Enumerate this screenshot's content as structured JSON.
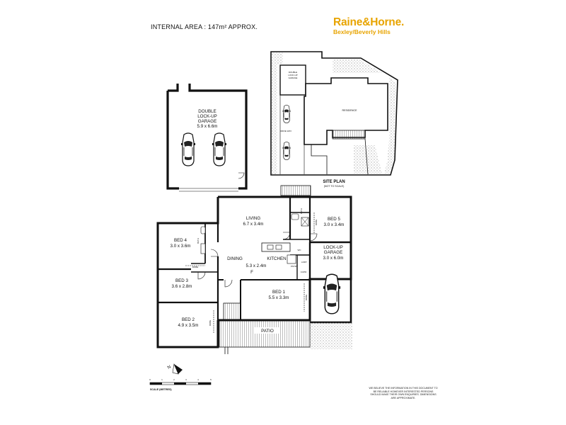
{
  "header": {
    "internal_area": "INTERNAL AREA : 147m² APPROX."
  },
  "brand": {
    "name": "Raine&Horne.",
    "office": "Bexley/Beverly Hills",
    "color": "#e8a400"
  },
  "site_plan": {
    "title": "SITE PLAN",
    "subtitle": "(NOT TO SCALE)",
    "residence": "RESIDENCE",
    "garage": [
      "DOUBLE",
      "LOCK-UP",
      "GARAGE"
    ],
    "driveway": "DRIVE WAY"
  },
  "garage_double": {
    "lines": [
      "DOUBLE",
      "LOCK-UP",
      "GARAGE",
      "5.9 x 6.6m"
    ]
  },
  "rooms": {
    "living": {
      "name": "LIVING",
      "size": "6.7 x 3.4m"
    },
    "bed5": {
      "name": "BED 5",
      "size": "3.0 x 3.4m"
    },
    "bed4": {
      "name": "BED 4",
      "size": "3.0 x 3.6m"
    },
    "dining": {
      "name": "DINING",
      "size": "5.3 x 2.4m"
    },
    "kitchen": {
      "name": "KITCHEN"
    },
    "lockup_garage": {
      "lines": [
        "LOCK-UP",
        "GARAGE",
        "3.0 x 6.0m"
      ]
    },
    "bed3": {
      "name": "BED 3",
      "size": "3.6 x 2.8m"
    },
    "bed1": {
      "name": "BED 1",
      "size": "5.5 x 3.3m"
    },
    "bed2": {
      "name": "BED 2",
      "size": "4.9 x 3.5m"
    },
    "patio": {
      "name": "PATIO"
    }
  },
  "small_labels": {
    "bath": "BATH",
    "bath2": "BATH",
    "robe": "ROBE",
    "robe2": "ROBE",
    "robe3": "ROBE",
    "robe4": "ROBE",
    "wc": "WC",
    "ldry": "LDRY",
    "pntry": "PNTRY",
    "cupd": "CUPD",
    "f": "F"
  },
  "scale": {
    "label": "SCALE (METRES)",
    "ticks": [
      "0",
      "1",
      "2",
      "3",
      "4",
      "5"
    ]
  },
  "disclaimer": "WE BELIEVE THE INFORMATION IN THIS DOCUMENT TO BE RELIABLE HOWEVER INTERESTED PERSONS SHOULD MAKE THEIR OWN ENQUIRIES. DIMENSIONS ARE APPROXIMATE."
}
